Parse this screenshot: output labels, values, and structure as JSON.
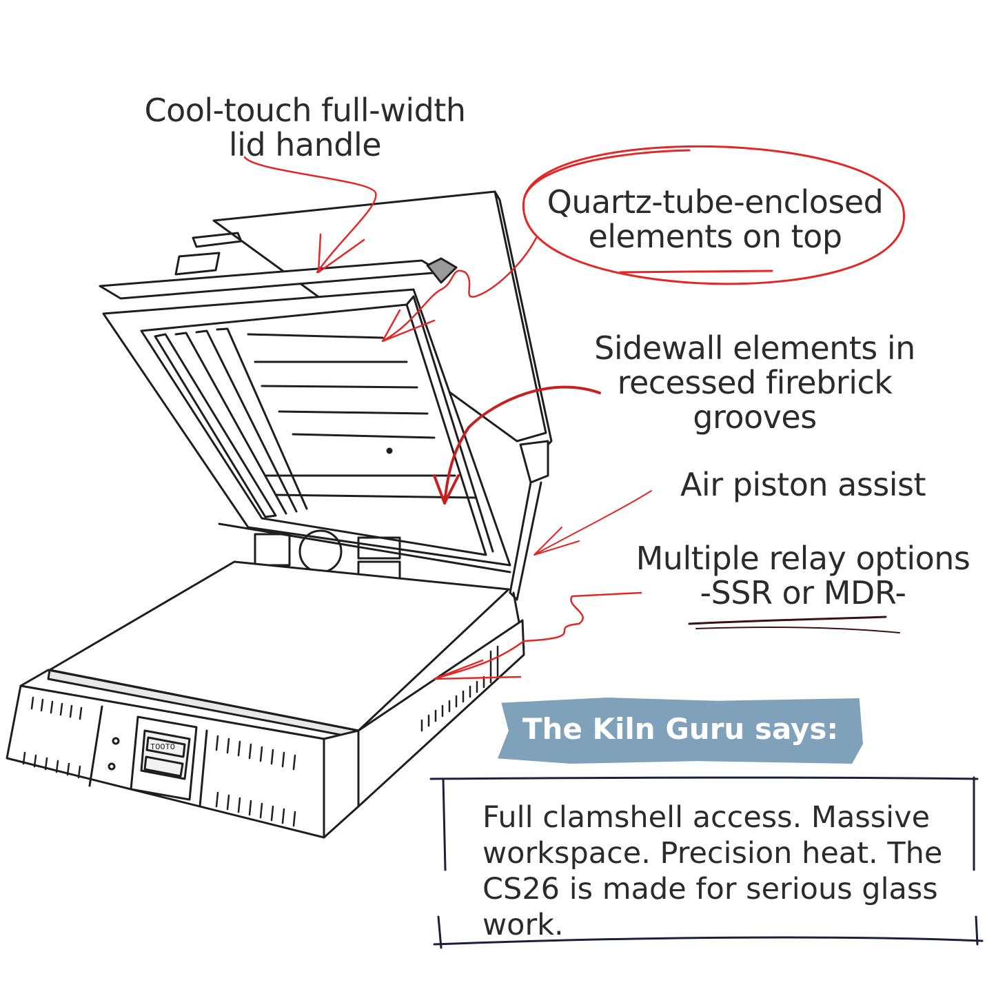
{
  "labels": {
    "lid_handle": [
      "Cool-touch full-width",
      "lid handle"
    ],
    "quartz": [
      "Quartz-tube-enclosed",
      "elements on top"
    ],
    "sidewall": [
      "Sidewall elements in",
      "recessed firebrick",
      "grooves"
    ],
    "piston": [
      "Air piston assist"
    ],
    "relay": [
      "Multiple relay options",
      "-SSR or MDR-"
    ]
  },
  "guru": {
    "title": "The Kiln Guru says:",
    "text": "Full clamshell access. Massive workspace. Precision heat. The CS26 is made for serious glass work."
  },
  "colors": {
    "annotation_red": "#e32626",
    "dark_red": "#c62020",
    "banner_blue": "#7fa1ba",
    "ink": "#1e1e1e"
  },
  "controller_display": "TOOTO"
}
